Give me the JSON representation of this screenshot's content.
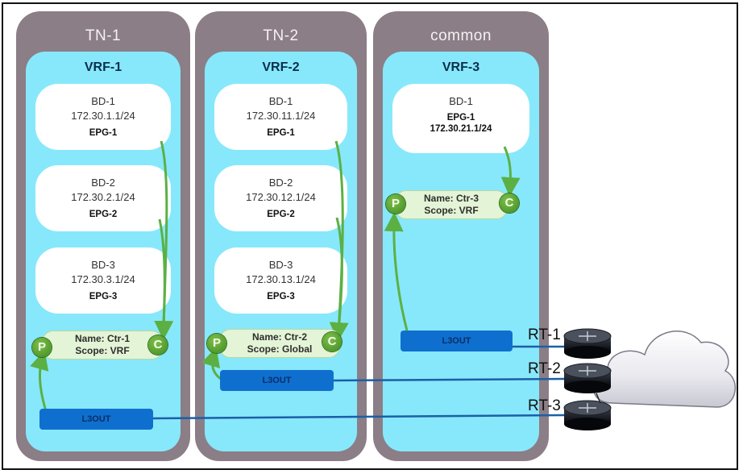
{
  "tenants": [
    {
      "name": "TN-1",
      "vrf": "VRF-1",
      "bds": [
        {
          "bd": "BD-1",
          "subnet": "172.30.1.1/24",
          "epg": "EPG-1"
        },
        {
          "bd": "BD-2",
          "subnet": "172.30.2.1/24",
          "epg": "EPG-2"
        },
        {
          "bd": "BD-3",
          "subnet": "172.30.3.1/24",
          "epg": "EPG-3"
        }
      ],
      "contract": {
        "name": "Name: Ctr-1",
        "scope": "Scope: VRF",
        "provider": "P",
        "consumer": "C"
      },
      "l3out": "L3OUT"
    },
    {
      "name": "TN-2",
      "vrf": "VRF-2",
      "bds": [
        {
          "bd": "BD-1",
          "subnet": "172.30.11.1/24",
          "epg": "EPG-1"
        },
        {
          "bd": "BD-2",
          "subnet": "172.30.12.1/24",
          "epg": "EPG-2"
        },
        {
          "bd": "BD-3",
          "subnet": "172.30.13.1/24",
          "epg": "EPG-3"
        }
      ],
      "contract": {
        "name": "Name: Ctr-2",
        "scope": "Scope: Global",
        "provider": "P",
        "consumer": "C"
      },
      "l3out": "L3OUT"
    },
    {
      "name": "common",
      "vrf": "VRF-3",
      "bds": [
        {
          "bd": "BD-1",
          "epg": "EPG-1",
          "subnet": "172.30.21.1/24"
        }
      ],
      "contract": {
        "name": "Name: Ctr-3",
        "scope": "Scope: VRF",
        "provider": "P",
        "consumer": "C"
      },
      "l3out": "L3OUT"
    }
  ],
  "routers": [
    {
      "label": "RT-1"
    },
    {
      "label": "RT-2"
    },
    {
      "label": "RT-3"
    }
  ],
  "colors": {
    "tenant": "#8b7e86",
    "vrf": "#87e8fb",
    "l3out": "#0f6fcf",
    "contract_arrow": "#5cb043",
    "link": "#1b5fa8"
  }
}
